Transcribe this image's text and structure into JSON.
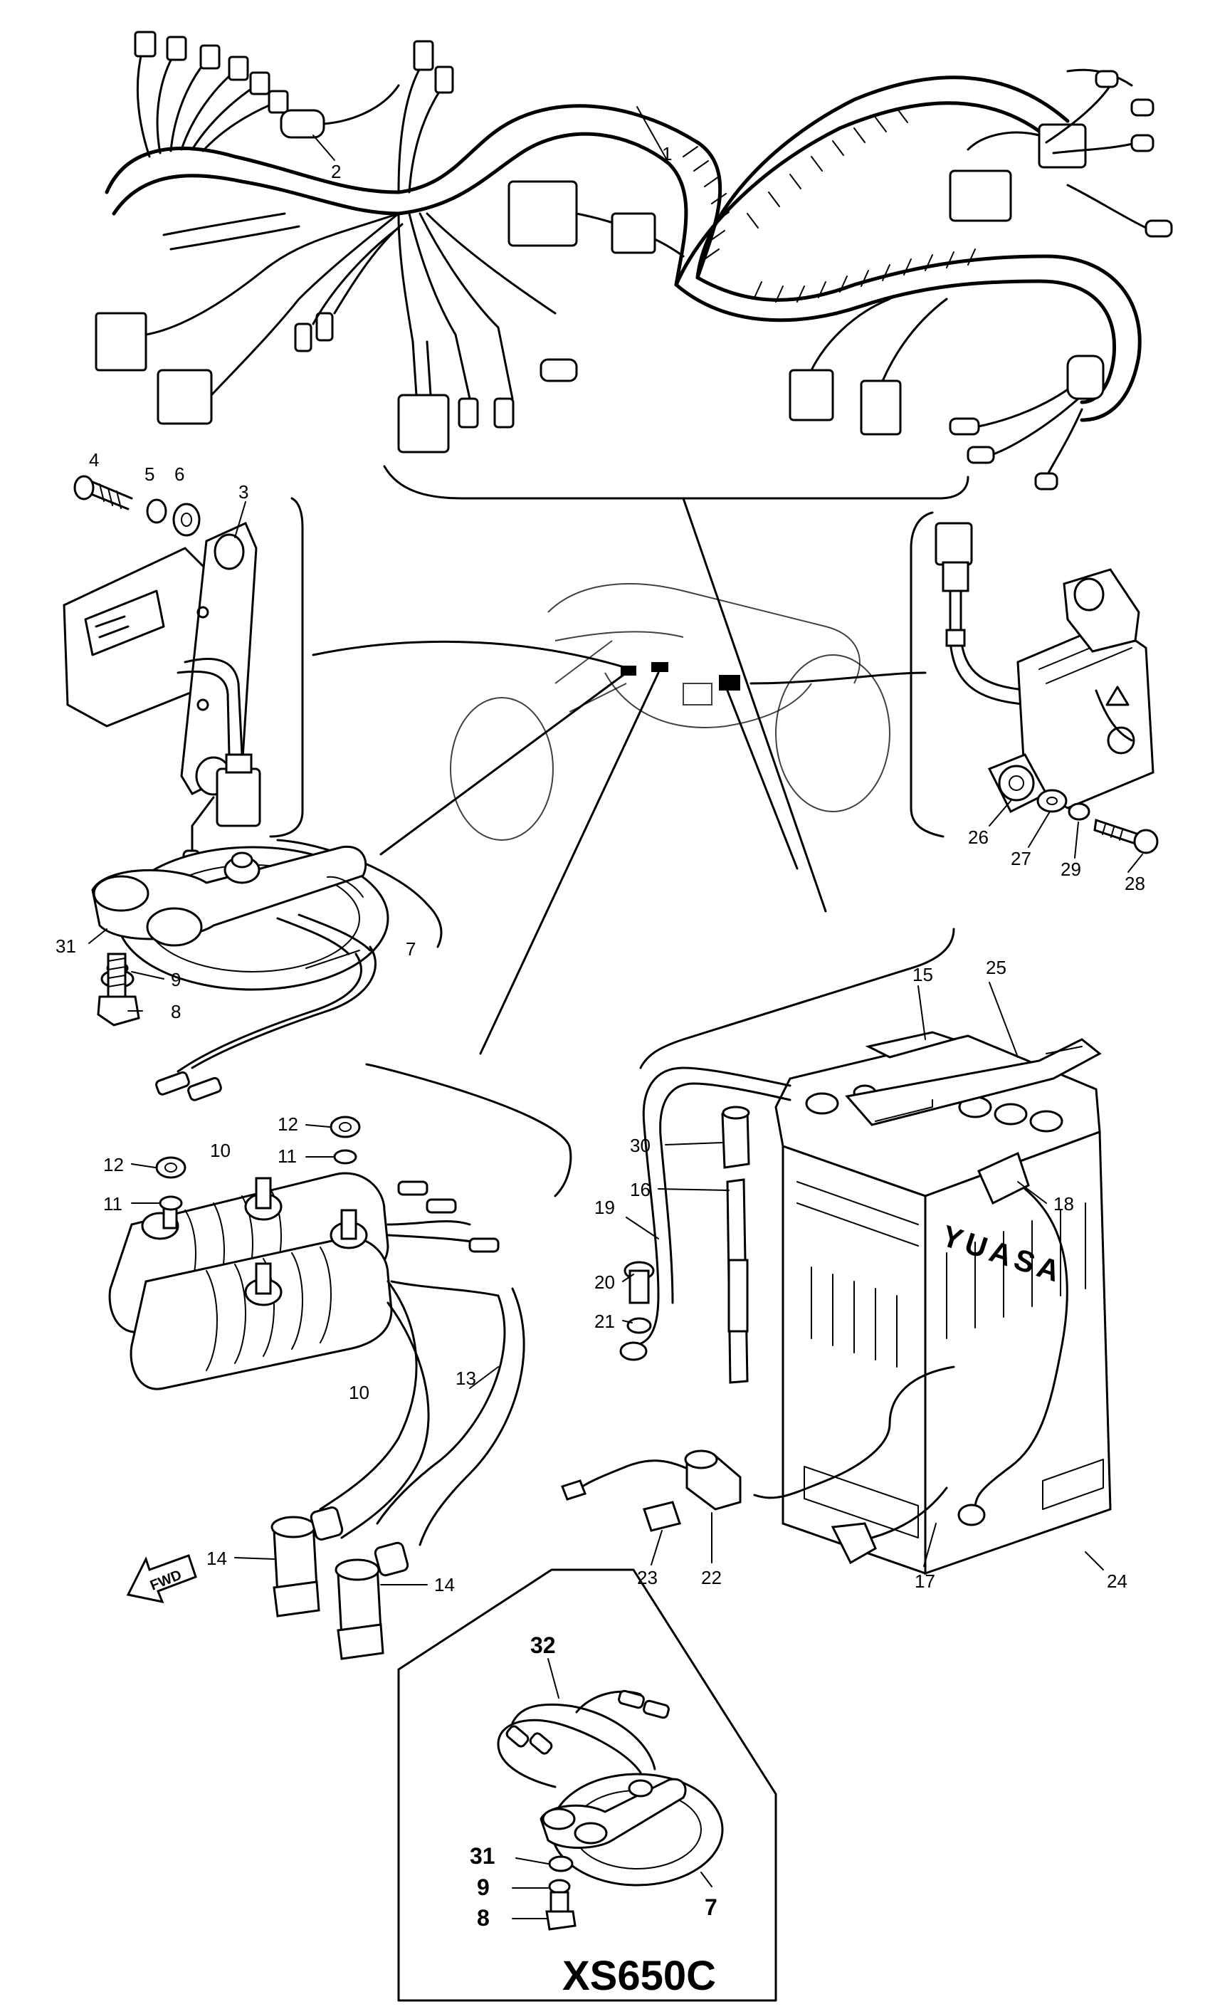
{
  "callouts": [
    {
      "id": "c1",
      "text": "1"
    },
    {
      "id": "c2",
      "text": "2"
    },
    {
      "id": "c3",
      "text": "3"
    },
    {
      "id": "c4",
      "text": "4"
    },
    {
      "id": "c5",
      "text": "5"
    },
    {
      "id": "c6",
      "text": "6"
    },
    {
      "id": "c7a",
      "text": "7"
    },
    {
      "id": "c8a",
      "text": "8"
    },
    {
      "id": "c9a",
      "text": "9"
    },
    {
      "id": "c31a",
      "text": "31"
    },
    {
      "id": "c10a",
      "text": "10"
    },
    {
      "id": "c10b",
      "text": "10"
    },
    {
      "id": "c11a",
      "text": "11"
    },
    {
      "id": "c11b",
      "text": "11"
    },
    {
      "id": "c12a",
      "text": "12"
    },
    {
      "id": "c12b",
      "text": "12"
    },
    {
      "id": "c13",
      "text": "13"
    },
    {
      "id": "c14a",
      "text": "14"
    },
    {
      "id": "c14b",
      "text": "14"
    },
    {
      "id": "c15",
      "text": "15"
    },
    {
      "id": "c16",
      "text": "16"
    },
    {
      "id": "c17",
      "text": "17"
    },
    {
      "id": "c18",
      "text": "18"
    },
    {
      "id": "c19",
      "text": "19"
    },
    {
      "id": "c20",
      "text": "20"
    },
    {
      "id": "c21",
      "text": "21"
    },
    {
      "id": "c22",
      "text": "22"
    },
    {
      "id": "c23",
      "text": "23"
    },
    {
      "id": "c24",
      "text": "24"
    },
    {
      "id": "c25",
      "text": "25"
    },
    {
      "id": "c26",
      "text": "26"
    },
    {
      "id": "c27",
      "text": "27"
    },
    {
      "id": "c28",
      "text": "28"
    },
    {
      "id": "c29",
      "text": "29"
    },
    {
      "id": "c30",
      "text": "30"
    },
    {
      "id": "c32",
      "text": "32"
    },
    {
      "id": "c31b",
      "text": "31"
    },
    {
      "id": "c9b",
      "text": "9"
    },
    {
      "id": "c8b",
      "text": "8"
    },
    {
      "id": "c7b",
      "text": "7"
    }
  ],
  "battery_brand": "YUASA",
  "fwd_arrow": "FWD",
  "inset_model": "XS650C"
}
